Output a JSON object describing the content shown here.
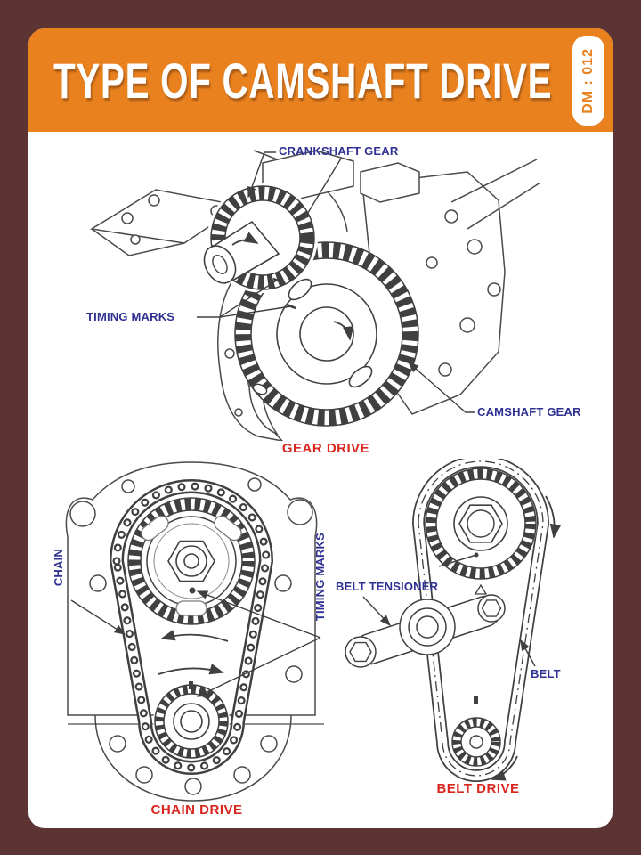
{
  "header": {
    "title": "TYPE OF CAMSHAFT DRIVE",
    "badge_code": "DM : 012"
  },
  "diagrams": {
    "gear_drive": {
      "caption": "GEAR DRIVE",
      "labels": {
        "crankshaft_gear": "CRANKSHAFT GEAR",
        "timing_marks": "TIMING MARKS",
        "camshaft_gear": "CAMSHAFT GEAR"
      }
    },
    "chain_drive": {
      "caption": "CHAIN DRIVE",
      "labels": {
        "chain": "CHAIN",
        "timing_marks": "TIMING MARKS"
      }
    },
    "belt_drive": {
      "caption": "BELT DRIVE",
      "labels": {
        "belt_tensioner": "BELT TENSIONER",
        "belt": "BELT"
      }
    }
  },
  "colors": {
    "frame": "#5C3433",
    "header_band": "#E8811E",
    "badge_background": "#FFFFFF",
    "label_text": "#2E3192",
    "caption_text": "#D9261F",
    "line_art": "#404040",
    "title_text": "#FFFFFF"
  }
}
